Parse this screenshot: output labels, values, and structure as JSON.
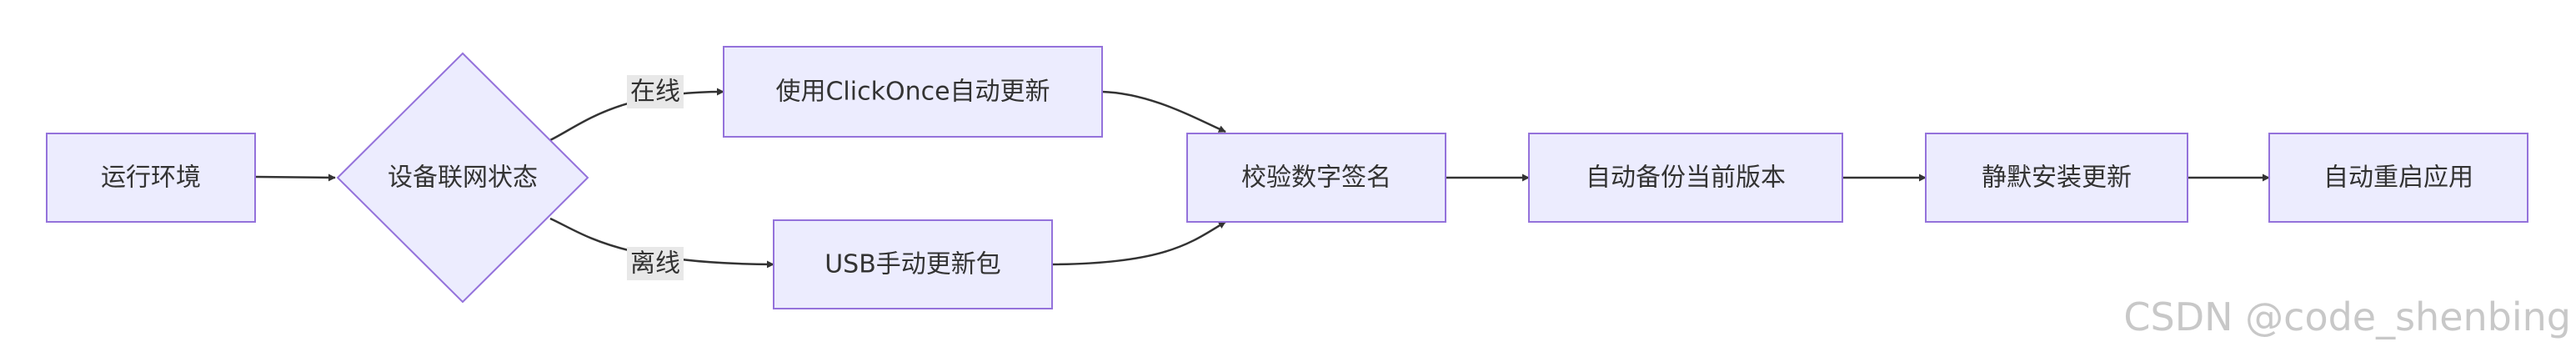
{
  "nodes": {
    "runtime_env": "运行环境",
    "network_status": "设备联网状态",
    "clickonce_update": "使用ClickOnce自动更新",
    "usb_update": "USB手动更新包",
    "verify_signature": "校验数字签名",
    "backup_version": "自动备份当前版本",
    "silent_install": "静默安装更新",
    "auto_restart": "自动重启应用"
  },
  "edges": {
    "online_label": "在线",
    "offline_label": "离线"
  },
  "watermark": "CSDN @code_shenbing",
  "colors": {
    "node_fill": "#ececfe",
    "node_stroke": "#9472db",
    "edge": "#333333",
    "edge_label_bg": "#e8e8e8"
  }
}
